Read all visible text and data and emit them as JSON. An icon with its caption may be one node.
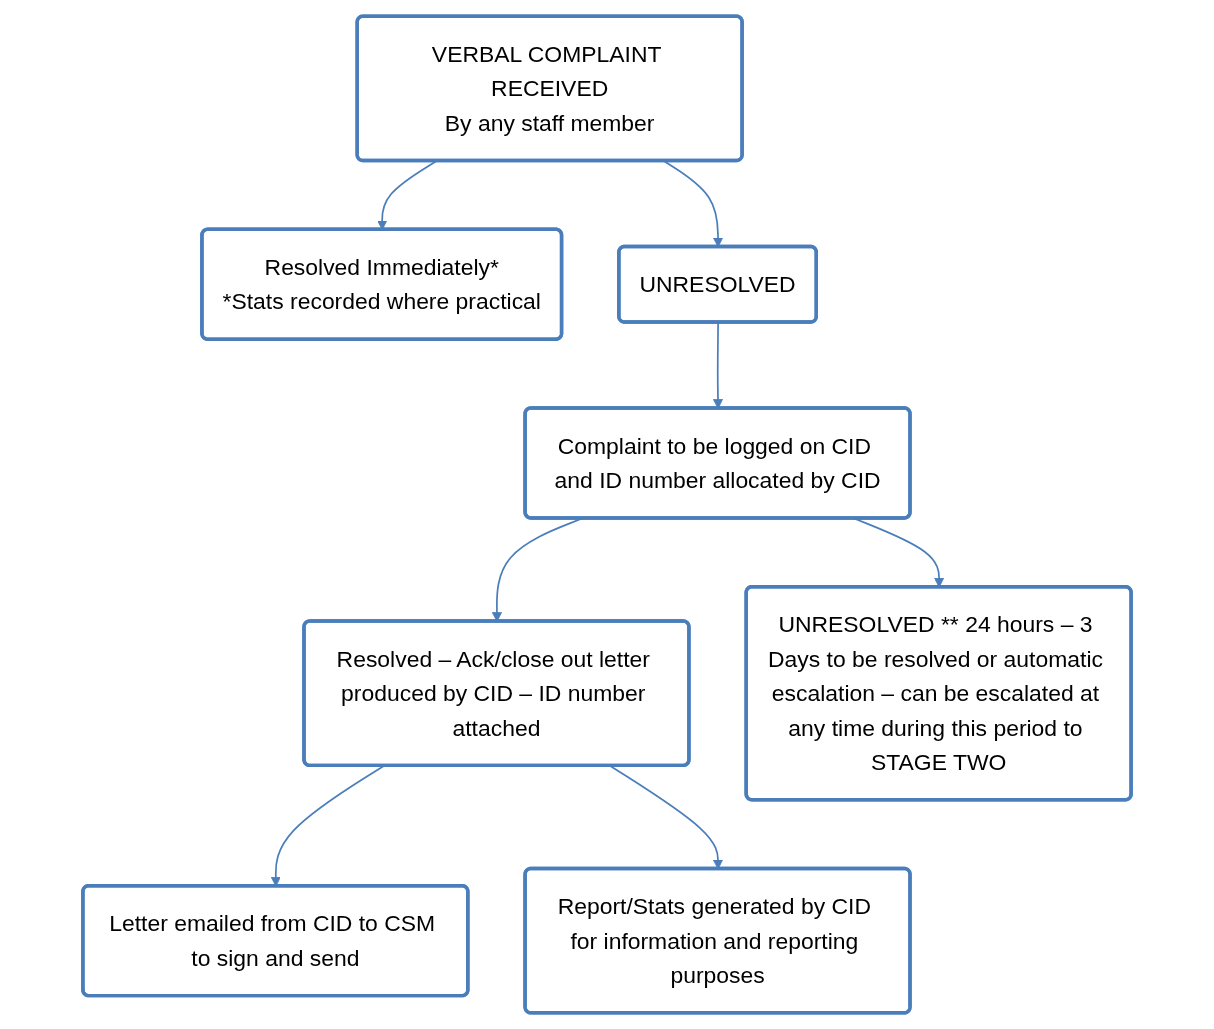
{
  "diagram": {
    "nodes": [
      {
        "text": [
          "VERBAL COMPLAINT RECEIVED",
          "By any staff member"
        ]
      },
      {
        "text": [
          "Resolved Immediately*",
          "*Stats recorded where practical"
        ]
      },
      {
        "text": [
          "UNRESOLVED"
        ]
      },
      {
        "text": [
          "Complaint to be logged on CID and ID number allocated by CID"
        ]
      },
      {
        "text": [
          "Resolved – Ack/close out letter produced by CID – ID number attached"
        ]
      },
      {
        "text": [
          "UNRESOLVED ** 24 hours – 3 Days to be resolved or automatic escalation – can be escalated at any time during this period to STAGE TWO"
        ]
      },
      {
        "text": [
          "Letter emailed from CID to CSM to sign and send"
        ]
      },
      {
        "text": [
          "Report/Stats generated by CID for information and reporting purposes"
        ]
      }
    ],
    "edges": [
      {
        "from": 0,
        "to": 1,
        "arrow": "to"
      },
      {
        "from": 0,
        "to": 2,
        "arrow": "to"
      },
      {
        "from": 2,
        "to": 3,
        "arrow": "to"
      },
      {
        "from": 3,
        "to": 4,
        "arrow": "to"
      },
      {
        "from": 3,
        "to": 5,
        "arrow": "to"
      },
      {
        "from": 4,
        "to": 6,
        "arrow": "to"
      },
      {
        "from": 4,
        "to": 7,
        "arrow": "to"
      }
    ]
  }
}
